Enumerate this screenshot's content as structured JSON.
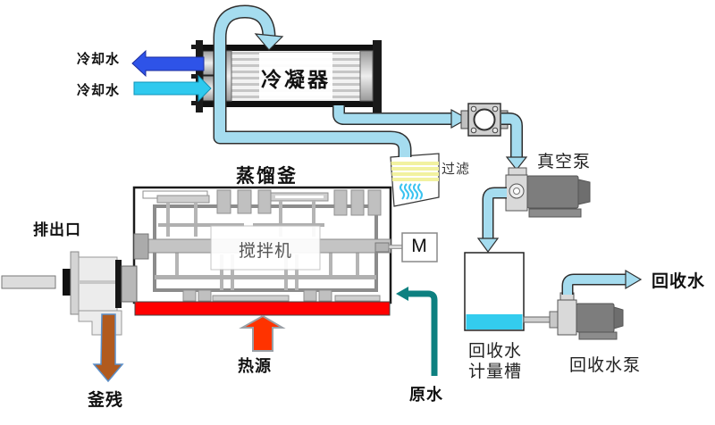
{
  "diagram": {
    "type": "process-flow-diagram",
    "subject": "vacuum distillation water recovery system"
  },
  "labels": {
    "cooling_water_out": "冷却水",
    "cooling_water_in": "冷却水",
    "condenser": "冷凝器",
    "distillation_kettle": "蒸馏釜",
    "agitator": "搅拌机",
    "motor": "M",
    "filter": "过滤",
    "vacuum_pump": "真空泵",
    "discharge_outlet": "排出口",
    "kettle_residue": "釜残",
    "heat_source": "热源",
    "raw_water": "原水",
    "recovered_water": "回收水",
    "metering_tank_line1": "回收水",
    "metering_tank_line2": "计量槽",
    "recovered_water_pump": "回收水泵"
  },
  "colors": {
    "pipe_fill": "#a5dcef",
    "pipe_outline": "#2f2f2f",
    "cooling_in_arrow": "#2fc9ee",
    "cooling_out_arrow": "#2e53e8",
    "raw_water_pipe": "#0d8080",
    "heater_band": "#ff0000",
    "heat_arrow": "#ff3300",
    "residue_arrow": "#b15a1e",
    "tank_water": "#33ccee",
    "filter_stripe": "#f2f2a0",
    "pump_motor": "#7d7d7d",
    "steel_light": "#d9d9d9"
  }
}
